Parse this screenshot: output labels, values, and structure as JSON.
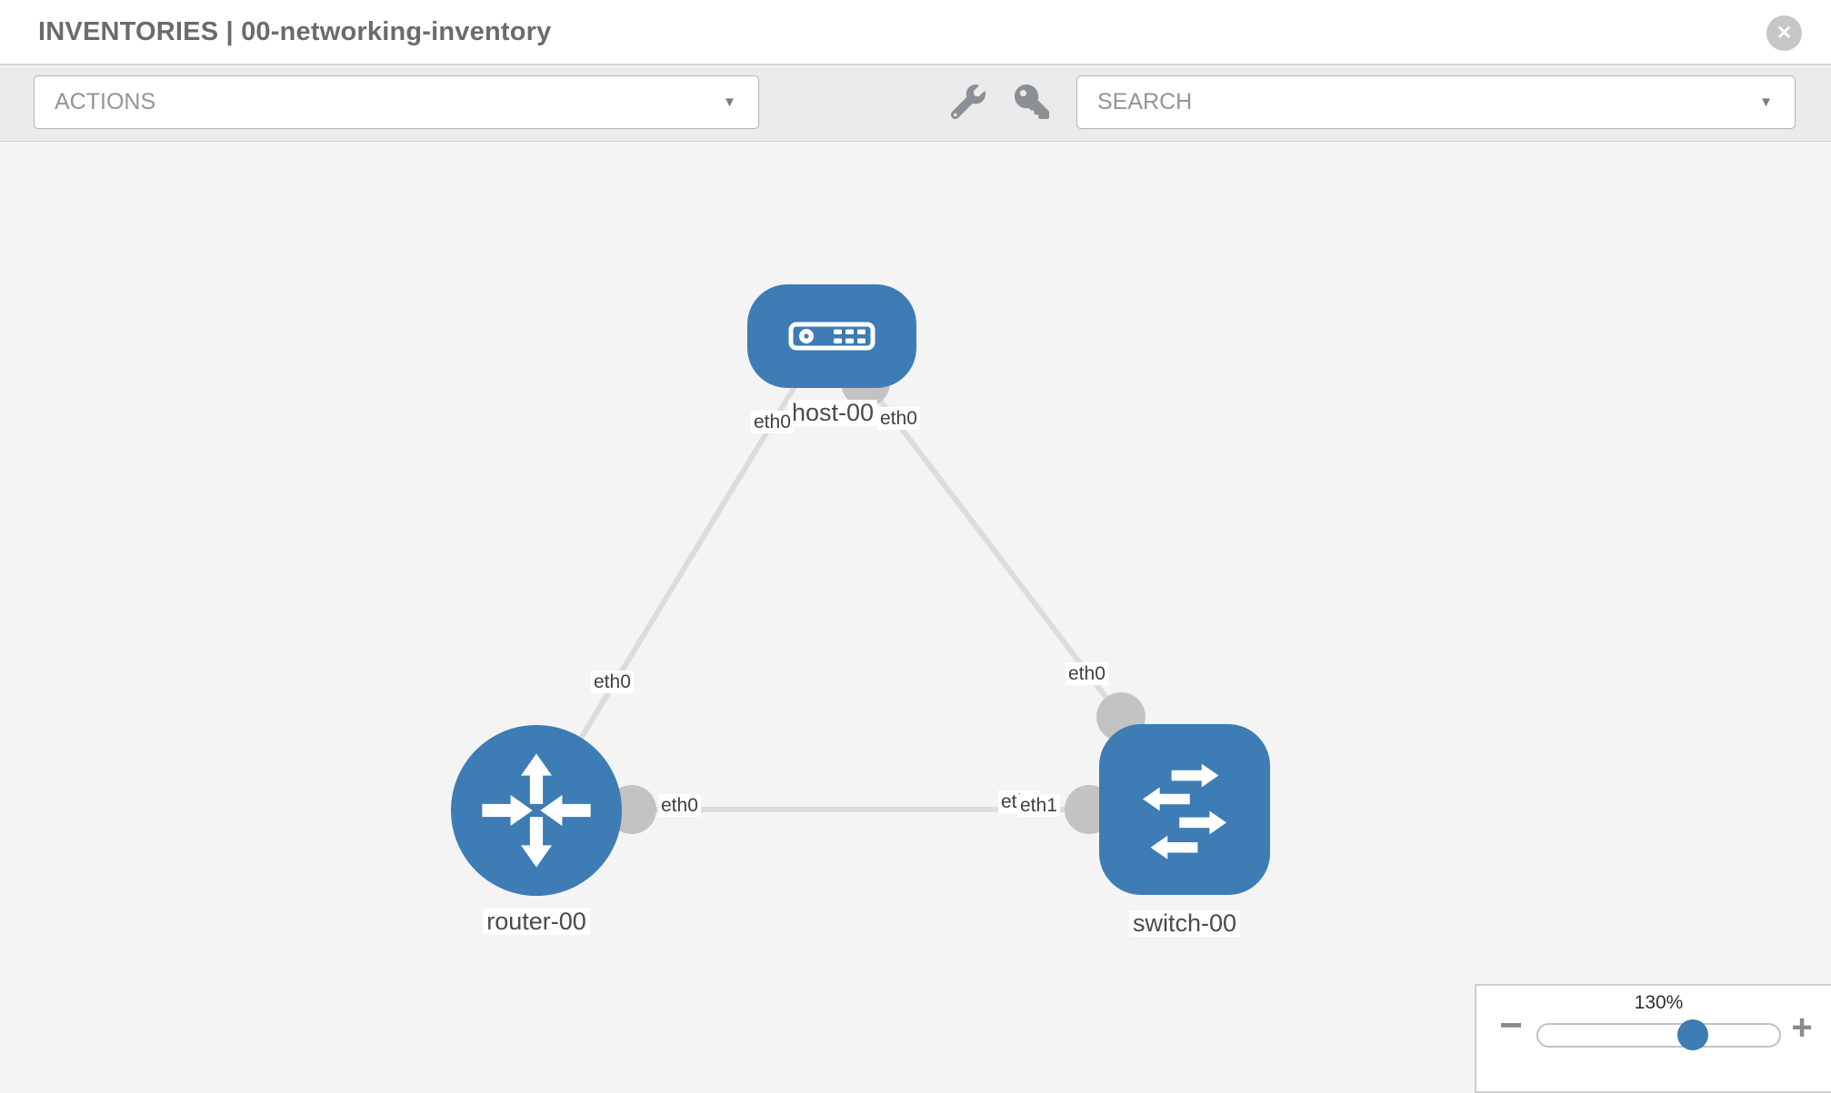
{
  "header": {
    "title": "INVENTORIES | 00-networking-inventory",
    "close_icon_glyph": "✕"
  },
  "toolbar": {
    "actions_dropdown": {
      "label": "ACTIONS",
      "caret_glyph": "▼"
    },
    "search_dropdown": {
      "placeholder": "SEARCH",
      "caret_glyph": "▼"
    },
    "tool_icons": [
      "wrench-icon",
      "key-icon"
    ]
  },
  "topology": {
    "nodes": [
      {
        "id": "host-00",
        "type": "host",
        "label": "host-00"
      },
      {
        "id": "router-00",
        "type": "router",
        "label": "router-00"
      },
      {
        "id": "switch-00",
        "type": "switch",
        "label": "switch-00"
      }
    ],
    "links": [
      {
        "from": "host-00",
        "to": "router-00",
        "from_interface": "eth0",
        "to_interface": "eth0"
      },
      {
        "from": "host-00",
        "to": "switch-00",
        "from_interface": "eth0",
        "to_interface": "eth0"
      },
      {
        "from": "router-00",
        "to": "switch-00",
        "from_interface": "eth0",
        "to_interface": "eth1",
        "to_interface_overlap": "eth1"
      }
    ]
  },
  "zoom_control": {
    "level": "130%",
    "minus_glyph": "−",
    "plus_glyph": "+"
  },
  "colors": {
    "node_blue": "#3d7cb5",
    "link_gray": "#dcdcdc",
    "connector_gray": "#c3c3c3",
    "toolbar_gray": "#ebebeb",
    "canvas_gray": "#f4f4f4"
  }
}
